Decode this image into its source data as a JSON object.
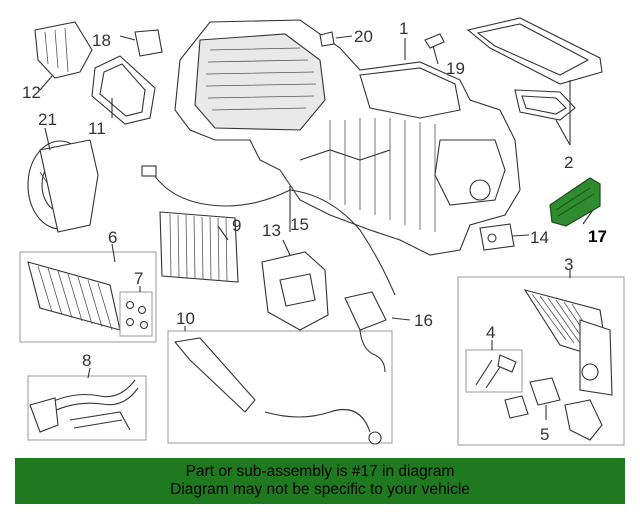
{
  "callouts": {
    "c1": "1",
    "c2": "2",
    "c3": "3",
    "c4": "4",
    "c5": "5",
    "c6": "6",
    "c7": "7",
    "c8": "8",
    "c9": "9",
    "c10": "10",
    "c11": "11",
    "c12": "12",
    "c13": "13",
    "c14": "14",
    "c15": "15",
    "c16": "16",
    "c17": "17",
    "c18": "18",
    "c19": "19",
    "c20": "20",
    "c21": "21"
  },
  "highlighted_callout": "17",
  "banner": {
    "line1": "Part or sub-assembly is #17 in diagram",
    "line2": "Diagram may not be specific to your vehicle"
  },
  "colors": {
    "banner_bg": "#1f7a1f",
    "highlight_part": "#2e8b2e",
    "line_art": "#333333"
  }
}
